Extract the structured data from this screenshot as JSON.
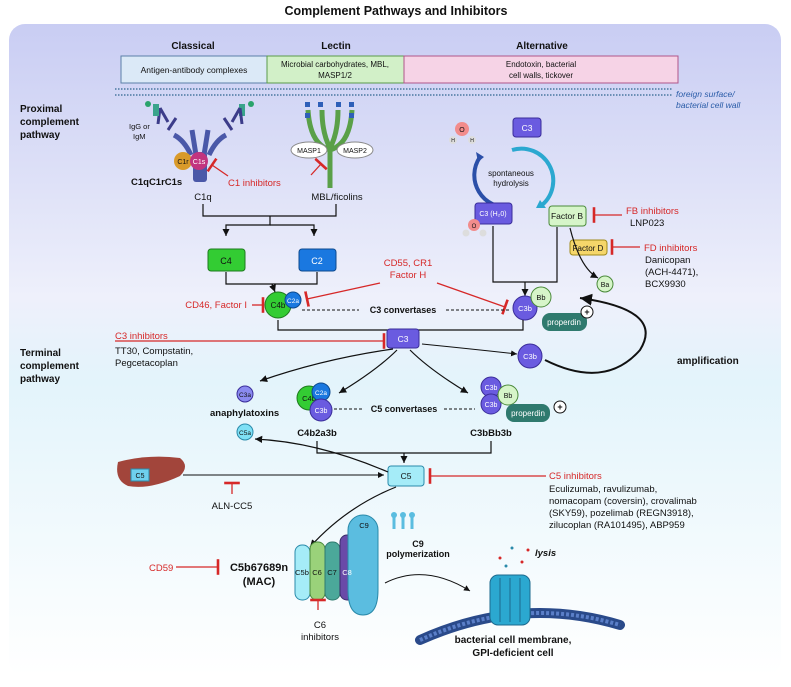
{
  "title": "Complement Pathways and Inhibitors",
  "pathways": {
    "classical": {
      "label": "Classical",
      "trigger": "Antigen-antibody complexes"
    },
    "lectin": {
      "label": "Lectin",
      "trigger_line1": "Microbial carbohydrates, MBL,",
      "trigger_line2": "MASP1/2"
    },
    "alternative": {
      "label": "Alternative",
      "trigger_line1": "Endotoxin, bacterial",
      "trigger_line2": "cell walls, tickover"
    }
  },
  "foreign_surface": {
    "line1": "foreign surface/",
    "line2": "bacterial cell wall"
  },
  "sections": {
    "proximal": [
      "Proximal",
      "complement",
      "pathway"
    ],
    "terminal": [
      "Terminal",
      "complement",
      "pathway"
    ]
  },
  "classical_complex": {
    "igg_line1": "IgG or",
    "igg_line2": "IgM",
    "c1r": "C1r",
    "c1s": "C1s",
    "name": "C1qC1rC1s",
    "c1q": "C1q",
    "inhibitor": "C1 inhibitors"
  },
  "lectin_complex": {
    "masp1": "MASP1",
    "masp2": "MASP2",
    "name": "MBL/ficolins"
  },
  "alternative": {
    "c3": "C3",
    "h": "H",
    "o": "O",
    "hydrolysis_line1": "spontaneous",
    "hydrolysis_line2": "hydrolysis",
    "c3h2o": "C3 (H₂0)",
    "factor_b": "Factor B",
    "factor_d": "Factor D",
    "fb_inhibitors": "FB inhibitors",
    "fb_drug": "LNP023",
    "fd_inhibitors": "FD inhibitors",
    "fd_drugs": [
      "Danicopan",
      "(ACH-4471),",
      "BCX9930"
    ],
    "ba": "Ba"
  },
  "proximal_nodes": {
    "c4": "C4",
    "c2": "C2",
    "c4b": "C4b",
    "c2a": "C2a",
    "c3b": "C3b",
    "bb": "Bb",
    "properdin": "properdin",
    "plus": "+"
  },
  "regulators": {
    "dcr": [
      "CD55, CR1",
      "Factor H"
    ],
    "cd46": "CD46, Factor I",
    "c3_convertases": "C3 convertases"
  },
  "terminal": {
    "c3": "C3",
    "c3_inhibitors": "C3 inhibitors",
    "c3_drugs": [
      "TT30, Compstatin,",
      "Pegcetacoplan"
    ],
    "c3b": "C3b",
    "amplification": "amplification",
    "c3a": "C3a",
    "c5a": "C5a",
    "anaphylatoxins": "anaphylatoxins",
    "c5_convertases": "C5 convertases",
    "c4b2a3b": "C4b2a3b",
    "c3bbb3b": "C3bBb3b",
    "c5": "C5",
    "c5_inhibitors": "C5 inhibitors",
    "c5_drugs": [
      "Eculizumab, ravulizumab,",
      "nomacopam (coversin), crovalimab",
      "(SKY59),  pozelimab (REGN3918),",
      "zilucoplan (RA101495), ABP959"
    ],
    "aln": "ALN-CC5",
    "liver_c5": "C5"
  },
  "mac": {
    "cd59": "CD59",
    "name_line1": "C5b67689n",
    "name_line2": "(MAC)",
    "c5b": "C5b",
    "c6": "C6",
    "c7": "C7",
    "c8": "C8",
    "c9": "C9",
    "c9_poly_line1": "C9",
    "c9_poly_line2": "polymerization",
    "c6_inh_line1": "C6",
    "c6_inh_line2": "inhibitors",
    "lysis": "lysis",
    "membrane_line1": "bacterial cell  membrane,",
    "membrane_line2": "GPI-deficient cell"
  }
}
